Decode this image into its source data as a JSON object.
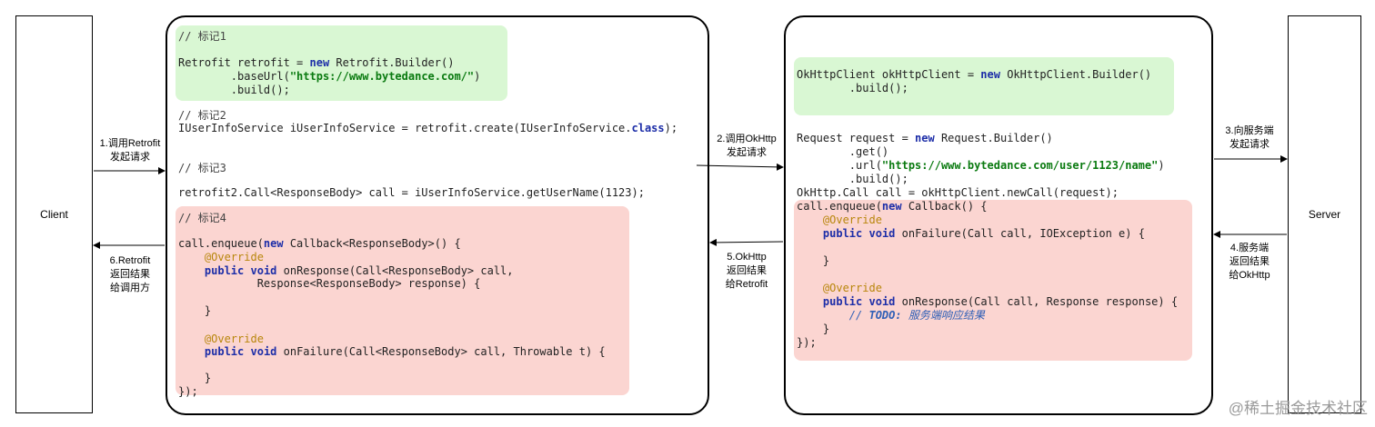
{
  "nodes": {
    "client": "Client",
    "server": "Server"
  },
  "edges": {
    "e1": [
      "1.调用Retrofit",
      "发起请求"
    ],
    "e6": [
      "6.Retrofit",
      "返回结果",
      "给调用方"
    ],
    "e2": [
      "2.调用OkHttp",
      "发起请求"
    ],
    "e5": [
      "5.OkHttp",
      "返回结果",
      "给Retrofit"
    ],
    "e3": [
      "3.向服务端",
      "发起请求"
    ],
    "e4": [
      "4.服务端",
      "返回结果",
      "给OkHttp"
    ]
  },
  "left_panel": {
    "mark1_comment": "// 标记1",
    "mark1_l1a": "Retrofit retrofit = ",
    "kw_new": "new",
    "mark1_l1b": " Retrofit.Builder()",
    "mark1_l2a": "        .baseUrl(",
    "mark1_url": "\"https://www.bytedance.com/\"",
    "mark1_l2b": ")",
    "mark1_l3": "        .build();",
    "mark2_comment": "// 标记2",
    "mark2_la": "IUserInfoService iUserInfoService = retrofit.create(IUserInfoService.",
    "mark2_class": "class",
    "mark2_lb": ");",
    "mark3_comment": "// 标记3",
    "mark3_line": "retrofit2.Call<ResponseBody> call = iUserInfoService.getUserName(1123);",
    "mark4_comment": "// 标记4",
    "m4_l1a": "call.enqueue(",
    "m4_l1b": " Callback<ResponseBody>() {",
    "annotation": "@Override",
    "kw_public": "public",
    "kw_void": "void",
    "m4_onresp": " onResponse(Call<ResponseBody> call,",
    "m4_resp2": "        Response<ResponseBody> response) {",
    "brace_in": "    }",
    "m4_onfail": " onFailure(Call<ResponseBody> call, Throwable t) {",
    "close": "});"
  },
  "right_panel": {
    "g_l1a": "OkHttpClient okHttpClient = ",
    "g_l1b": " OkHttpClient.Builder()",
    "g_l2": "        .build();",
    "r_l1a": "Request request = ",
    "r_l1b": " Request.Builder()",
    "r_l2": "        .get()",
    "r_l3a": "        .url(",
    "r_url": "\"https://www.bytedance.com/user/1123/name\"",
    "r_l3b": ")",
    "r_l4": "        .build();",
    "r_l5": "OkHttp.Call call = okHttpClient.newCall(request);",
    "c_l1a": "call.enqueue(",
    "c_l1b": " Callback() {",
    "c_onfail": " onFailure(Call call, IOException e) {",
    "c_onresp": " onResponse(Call call, Response response) {",
    "todo_prefix": "// ",
    "todo_kw": "TODO:",
    "todo_text": " 服务端响应结果"
  },
  "watermark": "@稀土掘金技术社区"
}
